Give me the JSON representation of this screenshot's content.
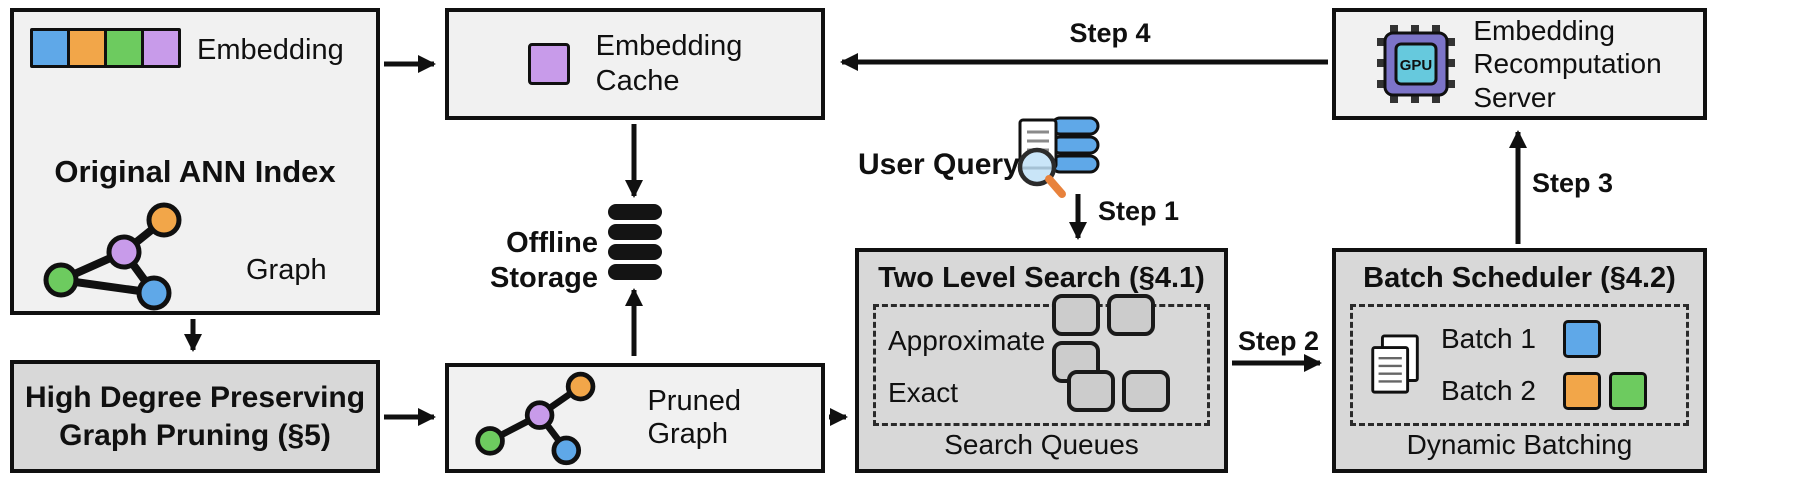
{
  "colors": {
    "blue": "#5FA8E8",
    "orange": "#F2A649",
    "green": "#6DCB5F",
    "purple": "#C89BEA",
    "box_light": "#F1F1F1",
    "box_gray": "#D8D8D8",
    "border": "#101010"
  },
  "ann_index": {
    "embedding_label": "Embedding",
    "title": "Original ANN Index",
    "graph_label": "Graph"
  },
  "embedding_cache": {
    "label": "Embedding\nCache"
  },
  "recomputation_server": {
    "label": "Embedding\nRecomputation\nServer",
    "gpu_icon_label": "GPU"
  },
  "offline_storage": {
    "label": "Offline\nStorage"
  },
  "user_query": {
    "label": "User Query"
  },
  "steps": {
    "step1": "Step 1",
    "step2": "Step 2",
    "step3": "Step 3",
    "step4": "Step 4"
  },
  "two_level_search": {
    "title": "Two Level Search (§4.1)",
    "approximate_label": "Approximate",
    "exact_label": "Exact",
    "approximate_slots": 3,
    "exact_slots": 2,
    "footer": "Search Queues"
  },
  "batch_scheduler": {
    "title": "Batch Scheduler (§4.2)",
    "batch1_label": "Batch 1",
    "batch2_label": "Batch 2",
    "footer": "Dynamic Batching"
  },
  "graph_pruning": {
    "title": "High Degree Preserving\nGraph Pruning (§5)"
  },
  "pruned_graph": {
    "label": "Pruned Graph"
  }
}
